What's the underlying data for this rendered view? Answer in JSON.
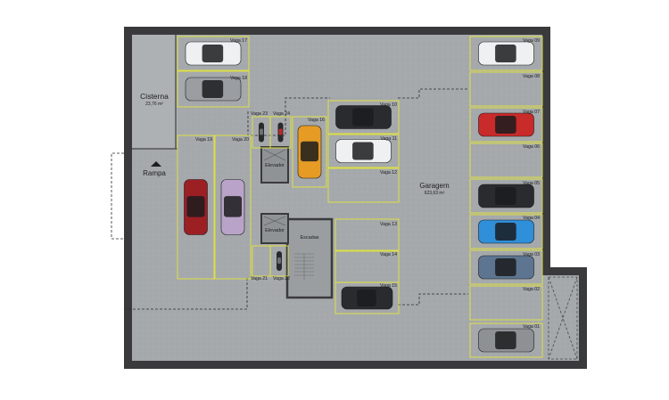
{
  "rooms": {
    "cisterna": {
      "name": "Cisterna",
      "area": "23,76 m²"
    },
    "garagem": {
      "name": "Garagem",
      "area": "623,63 m²"
    },
    "rampa": "Rampa",
    "elevador_top": "Elevador",
    "elevador_bottom": "Elevador",
    "escadas": "Escadas"
  },
  "spots": [
    {
      "label": "Vaga 01",
      "car": "gray"
    },
    {
      "label": "Vaga 02",
      "car": "none"
    },
    {
      "label": "Vaga 03",
      "car": "steel-blue"
    },
    {
      "label": "Vaga 04",
      "car": "blue"
    },
    {
      "label": "Vaga 05",
      "car": "black"
    },
    {
      "label": "Vaga 06",
      "car": "none"
    },
    {
      "label": "Vaga 07",
      "car": "red"
    },
    {
      "label": "Vaga 08",
      "car": "none"
    },
    {
      "label": "Vaga 09",
      "car": "white"
    },
    {
      "label": "Vaga 10",
      "car": "black"
    },
    {
      "label": "Vaga 11",
      "car": "white"
    },
    {
      "label": "Vaga 12",
      "car": "none"
    },
    {
      "label": "Vaga 13",
      "car": "none"
    },
    {
      "label": "Vaga 14",
      "car": "none"
    },
    {
      "label": "Vaga 15",
      "car": "black"
    },
    {
      "label": "Vaga 16",
      "car": "orange"
    },
    {
      "label": "Vaga 17",
      "car": "white"
    },
    {
      "label": "Vaga 18",
      "car": "silver"
    },
    {
      "label": "Vaga 19",
      "car": "dark-red"
    },
    {
      "label": "Vaga 20",
      "car": "lilac"
    },
    {
      "label": "Vaga 21",
      "car": "none"
    },
    {
      "label": "Vaga 22",
      "car": "motorcycle"
    },
    {
      "label": "Vaga 23",
      "car": "motorcycle"
    },
    {
      "label": "Vaga 24",
      "car": "motorcycle"
    }
  ],
  "colors": {
    "wall": "#3a3a3c",
    "floor": "#a4a8ab",
    "spot_line": "#e4e63a",
    "dash": "#2b2b2b"
  }
}
